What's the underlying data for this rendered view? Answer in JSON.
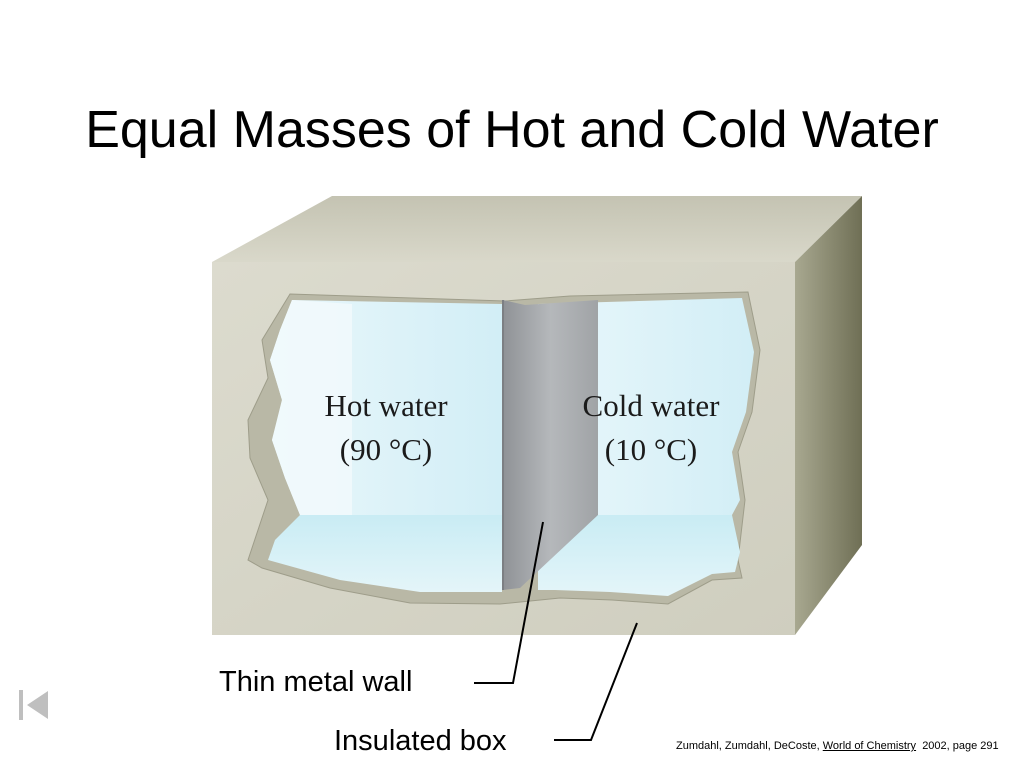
{
  "slide": {
    "title": "Equal Masses of Hot and Cold Water"
  },
  "diagram": {
    "hot_label_line1": "Hot water",
    "hot_label_line2": "(90 °C)",
    "cold_label_line1": "Cold water",
    "cold_label_line2": "(10 °C)",
    "callout_wall": "Thin metal wall",
    "callout_box": "Insulated box",
    "colors": {
      "box_front": "#d6d5c8",
      "box_top": "#cfcebf",
      "box_side": "#8c8c70",
      "water": "#dff3f8",
      "wall": "#a9acaf"
    }
  },
  "citation": {
    "authors": "Zumdahl, Zumdahl, DeCoste,",
    "book": "World of Chemistry",
    "details": "2002, page 291"
  },
  "nav": {
    "icon": "first-slide-icon"
  }
}
